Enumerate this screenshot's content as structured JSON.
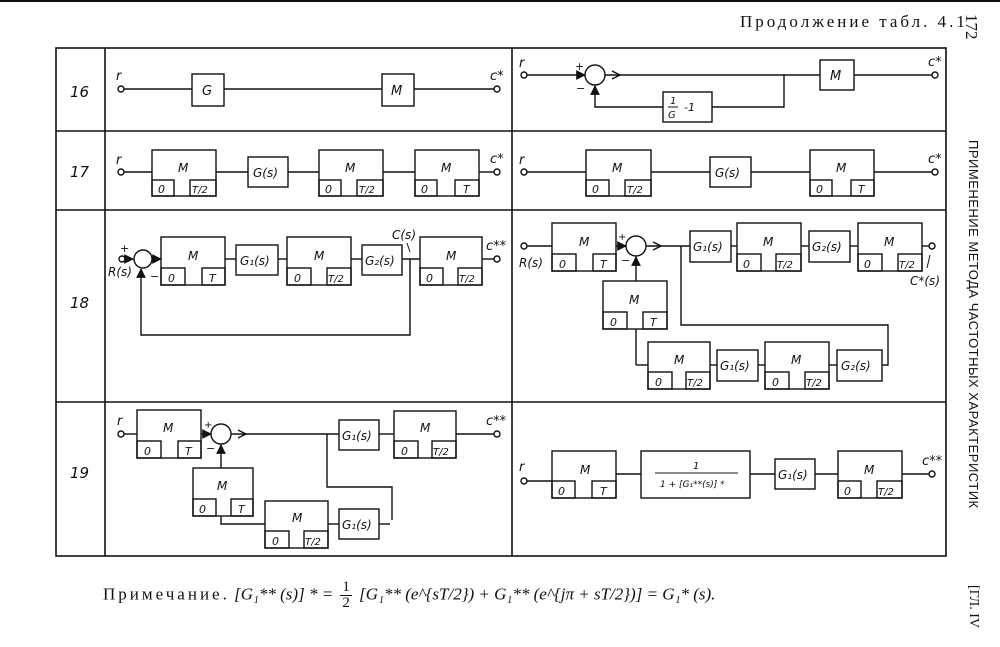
{
  "header": {
    "table_title": "Продолжение табл. 4.1",
    "page_number": "172",
    "running_head": "ПРИМЕНЕНИЕ МЕТОДА ЧАСТОТНЫХ ХАРАКТЕРИСТИК",
    "chapter": "[ГЛ. IV"
  },
  "labels": {
    "sampler": "M",
    "zero": "0",
    "T": "T",
    "T2": "T/2",
    "G": "G",
    "Gs": "G(s)",
    "G1s": "G₁(s)",
    "G2s": "G₂(s)",
    "inv_minus_one_num": "1",
    "inv_minus_one_den": "G",
    "inv_minus_one_tail": "-1",
    "r": "r",
    "Rs": "R(s)",
    "Cs": "C(s)",
    "c_star": "c*",
    "c_dstar": "c**",
    "C_star_s": "C*(s)",
    "plus": "+",
    "minus": "−",
    "frac_num": "1",
    "frac_den": "1 + [G₁**(s)] *"
  },
  "rows": [
    {
      "number": "16"
    },
    {
      "number": "17"
    },
    {
      "number": "18"
    },
    {
      "number": "19"
    }
  ],
  "note": {
    "lead": "Примечание.",
    "lhs": "[G₁** (s)] * = ",
    "half_num": "1",
    "half_den": "2",
    "rhs": "[G₁** (e^{sT/2}) + G₁** (e^{jπ + sT/2})] = G₁* (s)."
  }
}
